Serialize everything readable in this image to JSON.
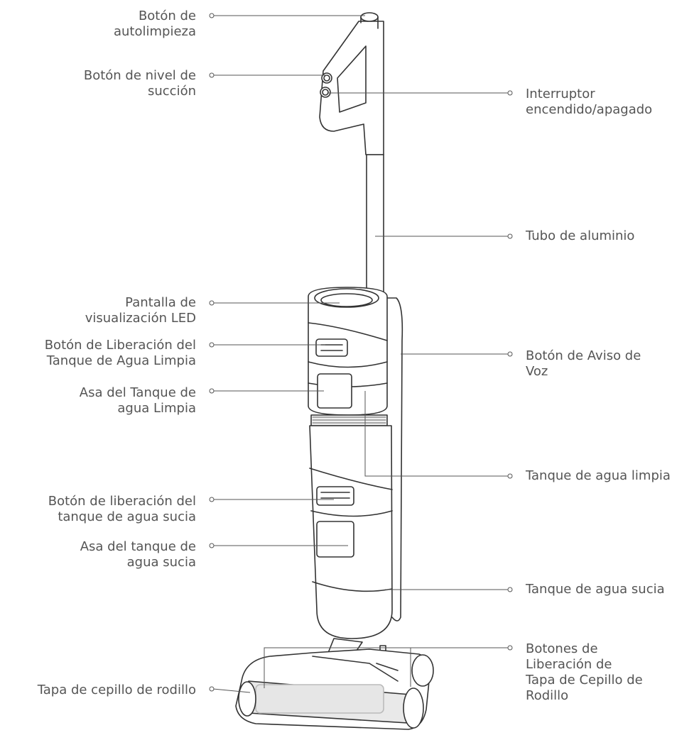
{
  "labels": {
    "self_clean_button": [
      "Botón de",
      "autolimpieza"
    ],
    "suction_level_button": [
      "Botón de nivel de",
      "succión"
    ],
    "power_switch": [
      "Interruptor",
      "encendido/apagado"
    ],
    "aluminum_tube": [
      "Tubo de aluminio"
    ],
    "led_display": [
      "Pantalla de",
      "visualización LED"
    ],
    "clean_tank_release_button": [
      "Botón de Liberación del",
      "Tanque de Agua Limpia"
    ],
    "voice_prompt_button": [
      "Botón de Aviso de",
      "Voz"
    ],
    "clean_tank_handle": [
      "Asa del Tanque de",
      "agua Limpia"
    ],
    "clean_water_tank": [
      "Tanque de agua limpia"
    ],
    "dirty_tank_release_button": [
      "Botón de liberación del",
      "tanque de agua sucia"
    ],
    "dirty_tank_handle": [
      "Asa del tanque de",
      "agua sucia"
    ],
    "dirty_water_tank": [
      "Tanque de agua sucia"
    ],
    "brush_cover_release_buttons": [
      "Botones de",
      "Liberación de",
      "Tapa de Cepillo de",
      "Rodillo"
    ],
    "roller_brush_cover": [
      "Tapa de cepillo de rodillo"
    ]
  },
  "colors": {
    "line": "#555555",
    "fill": "#e9e9e9",
    "stroke": "#333333"
  }
}
